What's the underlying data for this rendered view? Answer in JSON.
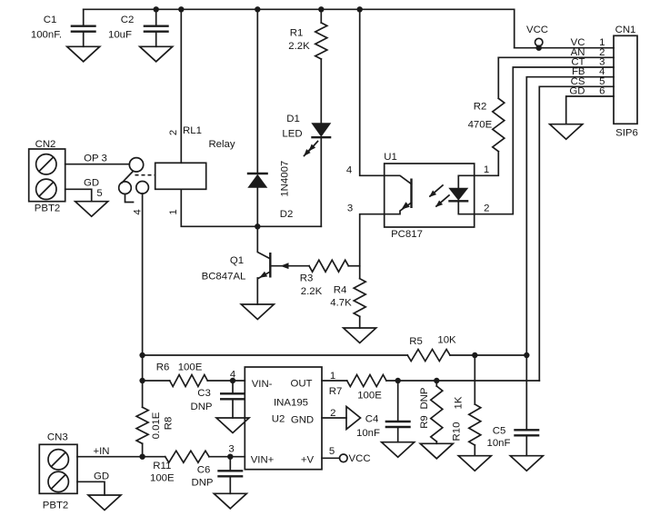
{
  "nets": {
    "vcc": "VCC"
  },
  "components": {
    "c1": {
      "ref": "C1",
      "value": "100nF."
    },
    "c2": {
      "ref": "C2",
      "value": "10uF"
    },
    "c3": {
      "ref": "C3",
      "value": "DNP"
    },
    "c4": {
      "ref": "C4",
      "value": "10nF"
    },
    "c5": {
      "ref": "C5",
      "value": "10nF"
    },
    "c6": {
      "ref": "C6",
      "value": "DNP"
    },
    "r1": {
      "ref": "R1",
      "value": "2.2K"
    },
    "r2": {
      "ref": "R2",
      "value": "470E"
    },
    "r3": {
      "ref": "R3",
      "value": "2.2K"
    },
    "r4": {
      "ref": "R4",
      "value": "4.7K"
    },
    "r5": {
      "ref": "R5",
      "value": "10K"
    },
    "r6": {
      "ref": "R6",
      "value": "100E"
    },
    "r7": {
      "ref": "R7",
      "value": "100E"
    },
    "r8": {
      "ref": "R8",
      "value": "0.01E"
    },
    "r9": {
      "ref": "R9",
      "value": "DNP"
    },
    "r10": {
      "ref": "R10",
      "value": "1K"
    },
    "r11": {
      "ref": "R11",
      "value": "100E"
    },
    "d1": {
      "ref": "D1",
      "value": "LED"
    },
    "d2": {
      "ref": "D2",
      "value": "1N4007"
    },
    "q1": {
      "ref": "Q1",
      "value": "BC847AL"
    },
    "rl1": {
      "ref": "RL1",
      "value": "Relay",
      "pin_top": "2",
      "pin_bottom": "1"
    },
    "u1": {
      "ref": "U1",
      "value": "PC817",
      "pin1": "1",
      "pin2": "2",
      "pin3": "3",
      "pin4": "4"
    },
    "u2": {
      "ref": "U2",
      "value": "INA195",
      "pin_vin_minus": "VIN-",
      "pin_out": "OUT",
      "pin_gnd": "GND",
      "pin_vin_plus": "VIN+",
      "pin_v": "+V",
      "num1": "1",
      "num2": "2",
      "num3": "3",
      "num4": "4",
      "num5": "5"
    },
    "cn1": {
      "ref": "CN1",
      "type": "SIP6",
      "pins": [
        {
          "label": "VC",
          "num": "1"
        },
        {
          "label": "AN",
          "num": "2"
        },
        {
          "label": "CT",
          "num": "3"
        },
        {
          "label": "FB",
          "num": "4"
        },
        {
          "label": "CS",
          "num": "5"
        },
        {
          "label": "GD",
          "num": "6"
        }
      ]
    },
    "cn2": {
      "ref": "CN2",
      "type": "PBT2",
      "pin_op": "OP 3",
      "pin_gd": "GD",
      "pin_5": "5",
      "pin_4": "4"
    },
    "cn3": {
      "ref": "CN3",
      "type": "PBT2",
      "pin_in": "+IN",
      "pin_gd": "GD"
    }
  }
}
